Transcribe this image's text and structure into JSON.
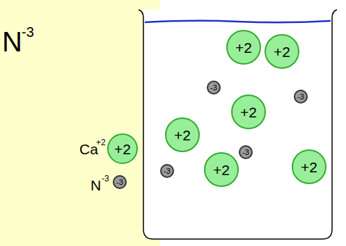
{
  "diagram": {
    "nodes": [
      {
        "text": [
          "+2"
        ]
      },
      {
        "text": [
          "-3"
        ]
      },
      {
        "text": [
          "+2"
        ]
      },
      {
        "text": [
          "+2"
        ]
      },
      {
        "text": [
          "-3"
        ]
      },
      {
        "text": [
          "+2"
        ]
      },
      {
        "text": [
          "-3"
        ]
      },
      {
        "text": [
          "+2"
        ]
      },
      {
        "text": [
          "-3"
        ]
      },
      {
        "text": [
          "-3"
        ]
      },
      {
        "text": [
          "+2"
        ]
      },
      {
        "text": [
          "+2"
        ]
      }
    ],
    "labels": [
      "N",
      "-3",
      "Ca",
      "+2",
      "N",
      "-3"
    ]
  }
}
